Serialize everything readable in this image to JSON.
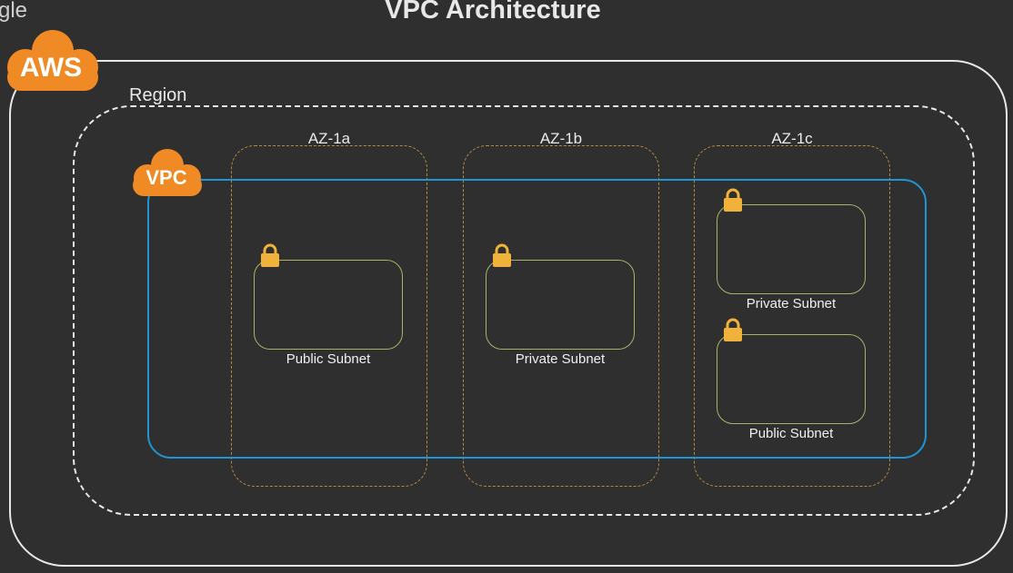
{
  "header": {
    "corner_text": "gle",
    "title": "VPC Architecture"
  },
  "aws": {
    "badge": "AWS"
  },
  "region": {
    "label": "Region"
  },
  "vpc": {
    "badge": "VPC"
  },
  "availability_zones": [
    {
      "label": "AZ-1a",
      "subnets": [
        {
          "label": "Public Subnet"
        }
      ]
    },
    {
      "label": "AZ-1b",
      "subnets": [
        {
          "label": "Private Subnet"
        }
      ]
    },
    {
      "label": "AZ-1c",
      "subnets": [
        {
          "label": "Private Subnet"
        },
        {
          "label": "Public Subnet"
        }
      ]
    }
  ],
  "colors": {
    "background": "#2f2f2f",
    "aws_orange": "#f08a24",
    "vpc_blue": "#1f95d6",
    "az_border": "#b8893e",
    "subnet_border": "#a6b46a",
    "lock": "#f0b23a"
  },
  "icons": {
    "aws_badge": "cloud-icon",
    "vpc_badge": "cloud-icon",
    "subnet_lock": "lock-icon"
  }
}
